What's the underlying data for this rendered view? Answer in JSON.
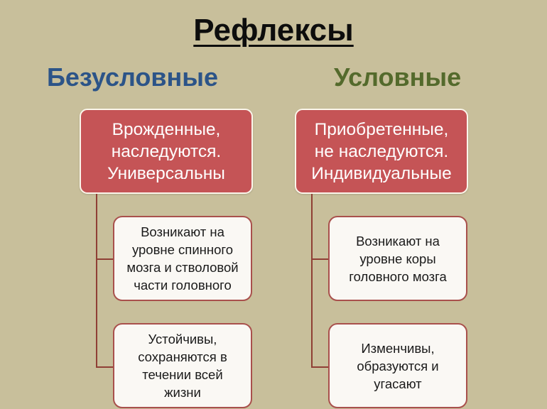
{
  "title": "Рефлексы",
  "columns": [
    {
      "heading": "Безусловные",
      "heading_color": "#2c5488",
      "main": {
        "line1": "Врожденные,",
        "line2": "наследуются.",
        "line3": "Универсальны"
      },
      "details": [
        {
          "lines": [
            "Возникают на",
            "уровне спинного",
            "мозга и стволовой",
            "части головного"
          ]
        },
        {
          "lines": [
            "Устойчивы,",
            "сохраняются в",
            "течении всей",
            "жизни"
          ]
        }
      ]
    },
    {
      "heading": "Условные",
      "heading_color": "#546a2c",
      "main": {
        "line1": "Приобретенные,",
        "line2": "не наследуются.",
        "line3": "Индивидуальные"
      },
      "details": [
        {
          "lines": [
            "Возникают на",
            "уровне коры",
            "головного мозга"
          ]
        },
        {
          "lines": [
            "Изменчивы,",
            "образуются и",
            "угасают"
          ]
        }
      ]
    }
  ],
  "colors": {
    "background": "#c8bf9b",
    "main_box_fill": "#c55456",
    "detail_box_fill": "#faf8f4",
    "connector": "#8f3f35"
  }
}
